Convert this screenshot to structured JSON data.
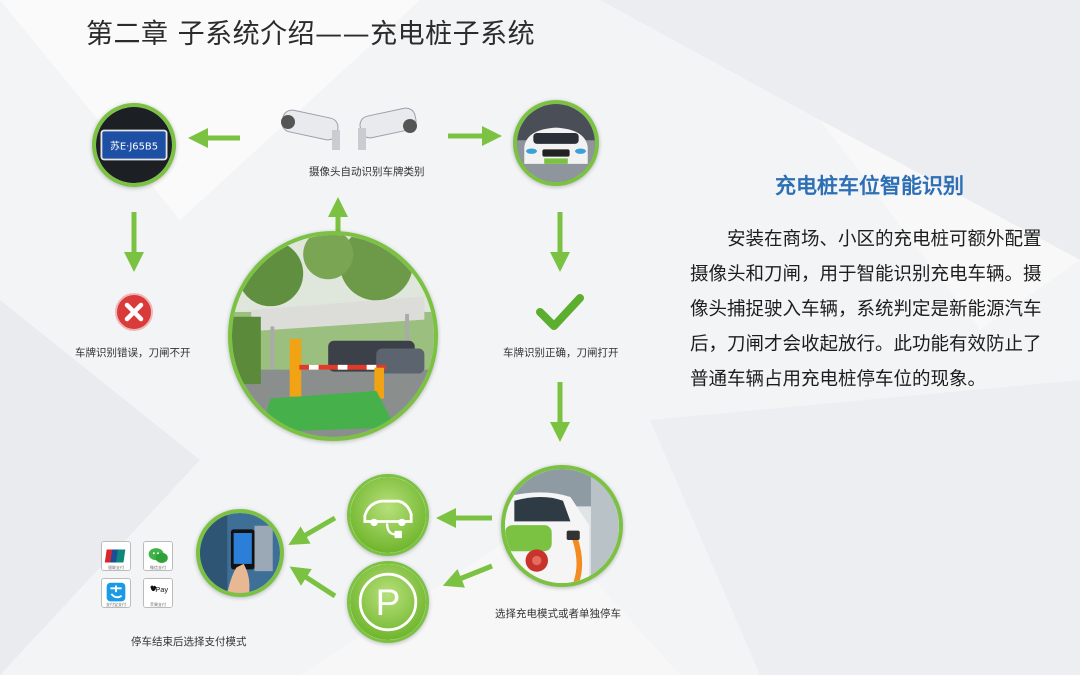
{
  "page": {
    "title": "第二章 子系统介绍——充电桩子系统"
  },
  "diagram": {
    "camera_caption": "摄像头自动识别车牌类别",
    "plate_text": "苏E·J65B5",
    "wrong_caption": "车牌识别错误，刀闸不开",
    "right_caption": "车牌识别正确，刀闸打开",
    "choose_caption": "选择充电模式或者单独停车",
    "pay_caption": "停车结束后选择支付模式",
    "parking_letter": "P",
    "pay_methods": [
      {
        "name": "unionpay",
        "label": "银联支付"
      },
      {
        "name": "wechat",
        "label": "微信支付"
      },
      {
        "name": "alipay",
        "label": "支付宝支付"
      },
      {
        "name": "applepay",
        "label": "苹果支付",
        "text": "Pay"
      }
    ]
  },
  "side": {
    "heading": "充电桩车位智能识别",
    "body": "安装在商场、小区的充电桩可额外配置摄像头和刀闸，用于智能识别充电车辆。摄像头捕捉驶入车辆，系统判定是新能源汽车后，刀闸才会收起放行。此功能有效防止了普通车辆占用充电桩停车位的现象。"
  },
  "colors": {
    "accent_green": "#7cc242",
    "heading_blue": "#2d6fb5",
    "error_red": "#d93a3a"
  }
}
